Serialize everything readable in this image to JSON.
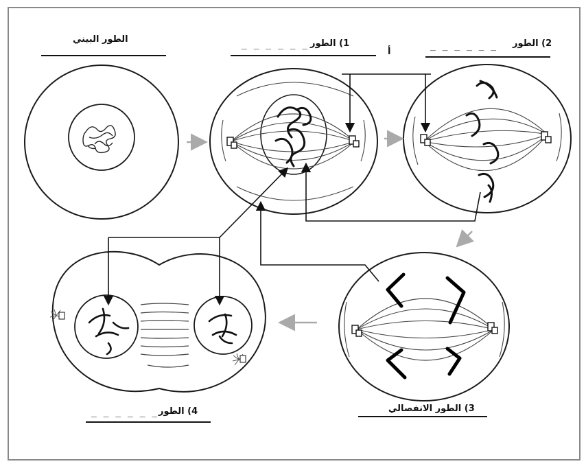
{
  "labels": {
    "interphase": "الطور البيني",
    "stage1": "1) الطور",
    "stage2": "2) الطور",
    "stage3": "3) الطور الانفصالي",
    "stage4": "4) الطور",
    "marker_a": "أ",
    "blank": "_ _ _ _ _ _"
  },
  "colors": {
    "outline": "#1a1a1a",
    "fiber": "#444444",
    "flow_arrow": "#aaaaaa",
    "frame": "#888888"
  }
}
